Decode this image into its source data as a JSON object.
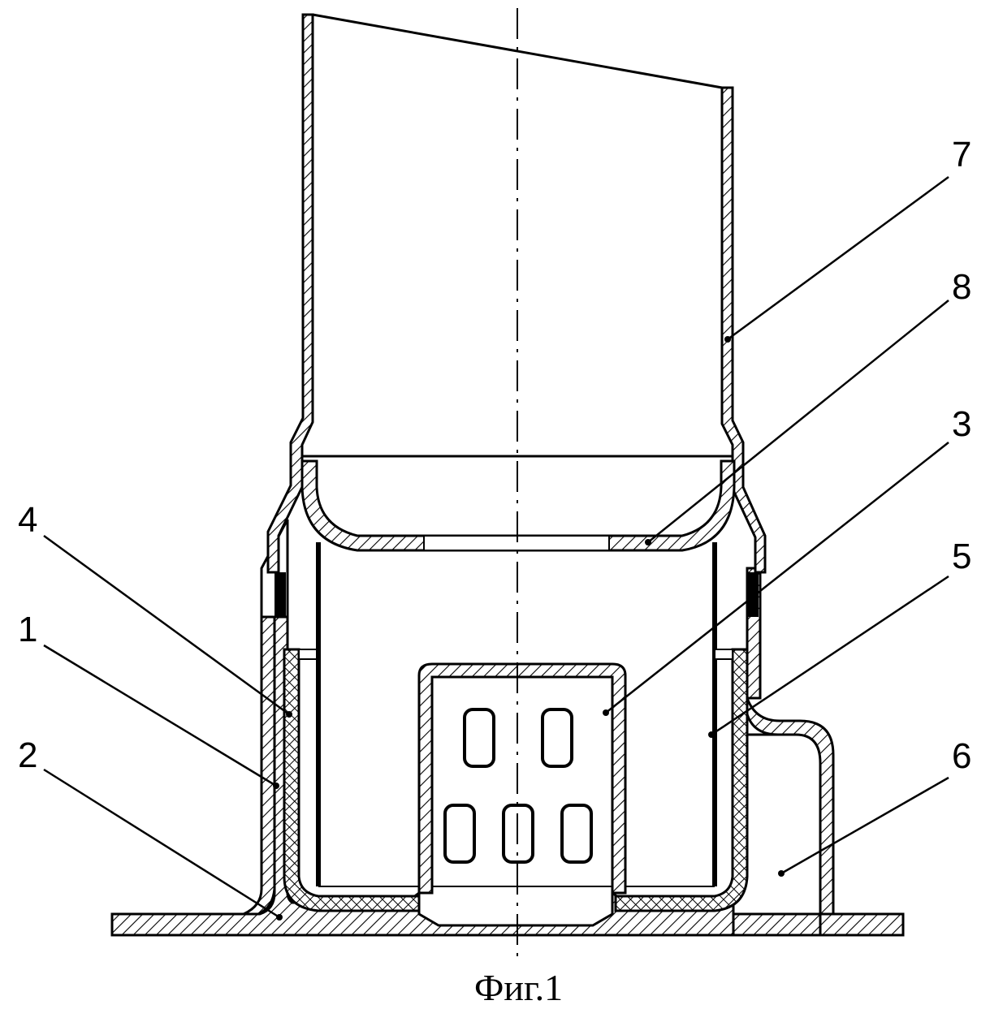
{
  "figure": {
    "caption": "Фиг.1",
    "labels": [
      "7",
      "8",
      "3",
      "5",
      "4",
      "1",
      "2",
      "6"
    ]
  }
}
